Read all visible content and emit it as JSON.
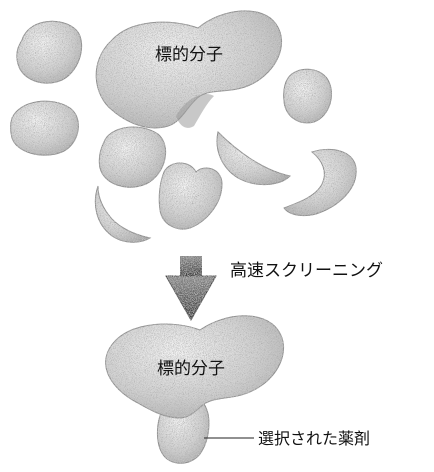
{
  "diagram": {
    "target_label_top": "標的分子",
    "process_label": "高速スクリーニング",
    "target_label_bottom": "標的分子",
    "selected_label": "選択された薬剤"
  },
  "colors": {
    "blob_fill": "#d6d6d6",
    "blob_shadow": "#9a9a9a",
    "arrow_fill": "#5a5a5a",
    "text": "#111111",
    "background": "#ffffff"
  }
}
